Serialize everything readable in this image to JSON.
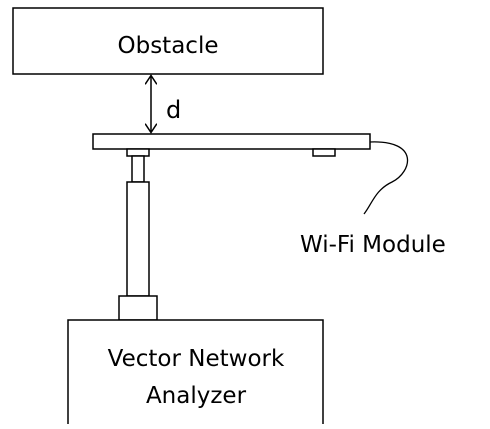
{
  "diagram": {
    "obstacle_label": "Obstacle",
    "distance_label": "d",
    "module_label": "Wi-Fi Module",
    "analyzer_label_line1": "Vector Network",
    "analyzer_label_line2": "Analyzer"
  },
  "colors": {
    "stroke": "#000000",
    "fill": "#ffffff",
    "text": "#000000"
  }
}
